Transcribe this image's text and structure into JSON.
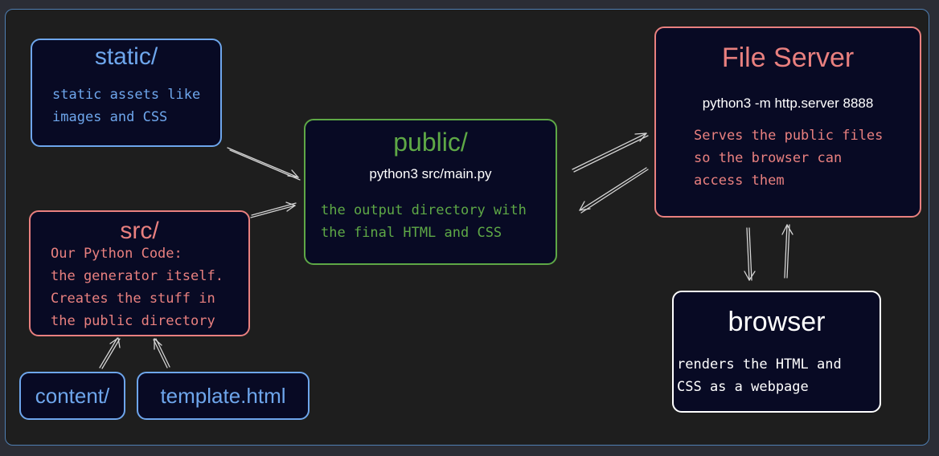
{
  "colors": {
    "blue": "#6ea6ec",
    "red": "#e9807f",
    "green": "#5ea846",
    "white": "#ffffff",
    "node_fill": "#080a24",
    "canvas": "#1e1e1e"
  },
  "static_box": {
    "title": "static/",
    "description": "static assets like\nimages and CSS"
  },
  "src_box": {
    "title": "src/",
    "description": "Our Python Code:\nthe generator itself.\nCreates the stuff in\nthe public directory"
  },
  "content_box": {
    "title": "content/"
  },
  "template_box": {
    "title": "template.html"
  },
  "public_box": {
    "title": "public/",
    "command": "python3 src/main.py",
    "description": "the output directory with\nthe final HTML and CSS"
  },
  "server_box": {
    "title": "File Server",
    "command": "python3 -m http.server 8888",
    "description": "Serves the public files\nso the browser can\naccess them"
  },
  "browser_box": {
    "title": "browser",
    "description": "renders the HTML and\nCSS as a webpage"
  }
}
